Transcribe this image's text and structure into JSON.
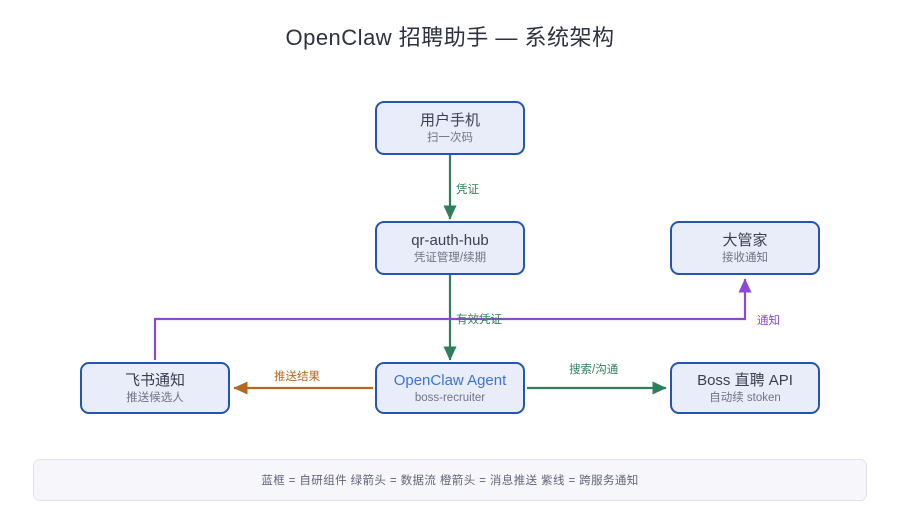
{
  "title": "OpenClaw 招聘助手 — 系统架构",
  "colors": {
    "node_border": "#2455b0",
    "node_fill": "#e9edfa",
    "accent_blue": "#3b74d6",
    "green_flow": "#2f7f5b",
    "orange_push": "#b5681f",
    "purple_notify": "#8b49d6",
    "title_text": "#2d3142",
    "legend_bg": "#f6f6fb"
  },
  "nodes": {
    "phone": {
      "title": "用户手机",
      "subtitle": "扫一次码"
    },
    "qrhub": {
      "title": "qr-auth-hub",
      "subtitle": "凭证管理/续期"
    },
    "butler": {
      "title": "大管家",
      "subtitle": "接收通知"
    },
    "feishu": {
      "title": "飞书通知",
      "subtitle": "推送候选人"
    },
    "agent": {
      "title": "OpenClaw Agent",
      "subtitle": "boss-recruiter"
    },
    "boss": {
      "title": "Boss 直聘 API",
      "subtitle": "自动续 stoken"
    }
  },
  "edges": {
    "credential": {
      "label": "凭证",
      "from": "phone",
      "to": "qrhub",
      "color": "#2f7f5b",
      "kind": "data-flow"
    },
    "valid_cred": {
      "label": "有效凭证",
      "from": "qrhub",
      "to": "agent",
      "color": "#2f7f5b",
      "kind": "data-flow"
    },
    "push_result": {
      "label": "推送结果",
      "from": "agent",
      "to": "feishu",
      "color": "#b5681f",
      "kind": "message-push"
    },
    "search": {
      "label": "搜索/沟通",
      "from": "agent",
      "to": "boss",
      "color": "#2f7f5b",
      "kind": "data-flow"
    },
    "notify": {
      "label": "通知",
      "from": "feishu",
      "to": "butler",
      "color": "#8b49d6",
      "kind": "cross-service-notify"
    }
  },
  "legend": {
    "text": "蓝框 = 自研组件   绿箭头 = 数据流   橙箭头 = 消息推送   紫线 = 跨服务通知",
    "items": [
      {
        "key": "蓝框",
        "meaning": "自研组件"
      },
      {
        "key": "绿箭头",
        "meaning": "数据流"
      },
      {
        "key": "橙箭头",
        "meaning": "消息推送"
      },
      {
        "key": "紫线",
        "meaning": "跨服务通知"
      }
    ]
  }
}
